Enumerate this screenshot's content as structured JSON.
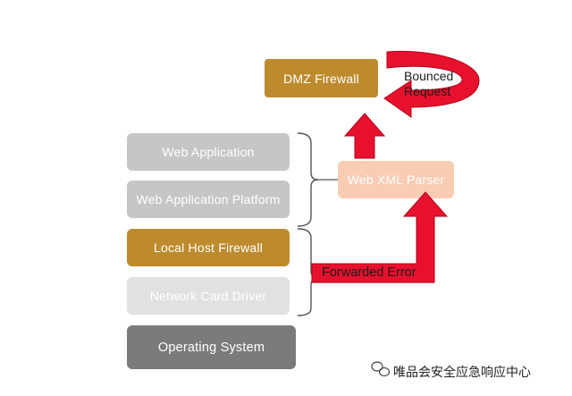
{
  "layers": [
    {
      "id": "web_application",
      "label": "Web Application"
    },
    {
      "id": "web_application_platform",
      "label": "Web Application Platform"
    },
    {
      "id": "local_host_firewall",
      "label": "Local Host Firewall"
    },
    {
      "id": "network_card_driver",
      "label": "Network Card Driver"
    },
    {
      "id": "operating_system",
      "label": "Operating System"
    }
  ],
  "dmz_firewall": {
    "label": "DMZ Firewall"
  },
  "web_xml_parser": {
    "label": "Web XML Parser"
  },
  "bounced_request": {
    "label": "Bounced Request"
  },
  "forwarded_error": {
    "label": "Forwarded Error"
  },
  "watermark": {
    "text": "唯品会安全应急响应中心"
  },
  "colors": {
    "gold": "#bd8b2e",
    "light_gray": "#c6c6c6",
    "lighter_gray": "#e1e1e1",
    "dark_gray": "#7b7b7b",
    "peach": "#f8cdb4",
    "arrow_red": "#e8112d"
  },
  "icons": [
    "wechat-icon"
  ]
}
